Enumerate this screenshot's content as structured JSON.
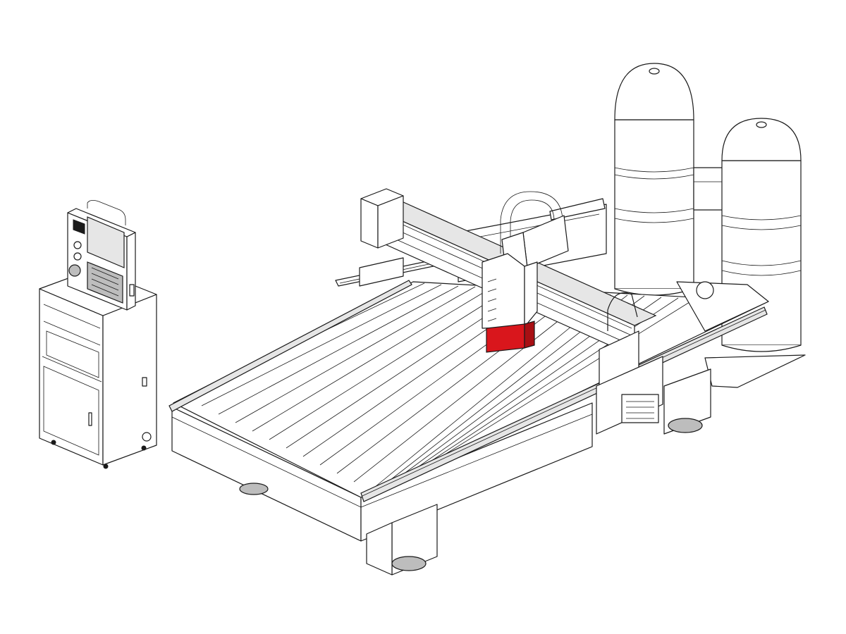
{
  "figure": {
    "background": "#ffffff",
    "line_color": "#1a1a1a",
    "highlight_color": "#d9161c",
    "components": [
      "control-cabinet",
      "control-pendant",
      "machine-bed",
      "t-slot-table",
      "gantry",
      "spindle-head",
      "highlighted-spindle-block",
      "dust-collector-left",
      "dust-collector-right",
      "leveling-feet"
    ]
  }
}
